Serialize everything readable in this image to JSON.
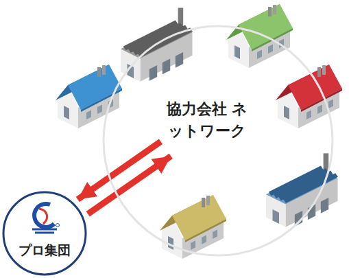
{
  "diagram": {
    "nodes": [
      {
        "text": [
          "協力会社 ネットワーク"
        ]
      },
      {
        "text": [
          "プロ集団"
        ]
      }
    ],
    "edges": [
      {
        "from": 0,
        "to": 1,
        "arrow": "to"
      },
      {
        "from": 1,
        "to": 0,
        "arrow": "to"
      }
    ]
  }
}
